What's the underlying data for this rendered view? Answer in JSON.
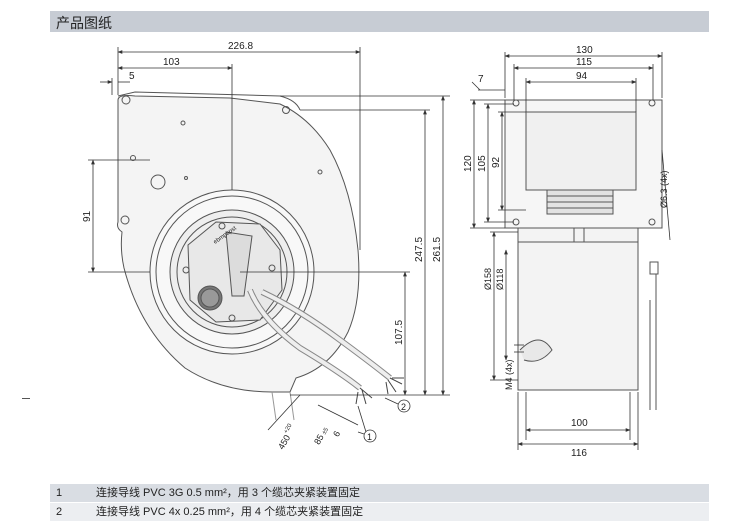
{
  "header": {
    "title": "产品图纸"
  },
  "dims": {
    "overall_width": "226.8",
    "left_offset": "5",
    "inlet_center": "103",
    "left_height": "91",
    "outlet_height": "107.5",
    "height_1": "247.5",
    "height_2": "261.5",
    "cable_len": "450",
    "cable_len_tol": "+20",
    "strip_len": "85",
    "strip_len_tol": "±5",
    "strip_short": "6",
    "side_w1": "130",
    "side_w2": "115",
    "side_w3": "94",
    "side_top": "7",
    "side_h1": "120",
    "side_h2": "105",
    "side_h3": "92",
    "hole_dia": "Ø6.3 (4x)",
    "dia_1": "Ø158",
    "dia_2": "Ø118",
    "screw": "M4 (4x)",
    "bottom_w1": "100",
    "bottom_w2": "116"
  },
  "callouts": {
    "c1": "1",
    "c2": "2"
  },
  "brand_mark": "ebmpapst",
  "legend": [
    {
      "num": "1",
      "text": "连接导线 PVC 3G 0.5 mm²，用 3 个缆芯夹紧装置固定"
    },
    {
      "num": "2",
      "text": "连接导线 PVC 4x 0.25 mm²，用 4 个缆芯夹紧装置固定"
    }
  ]
}
